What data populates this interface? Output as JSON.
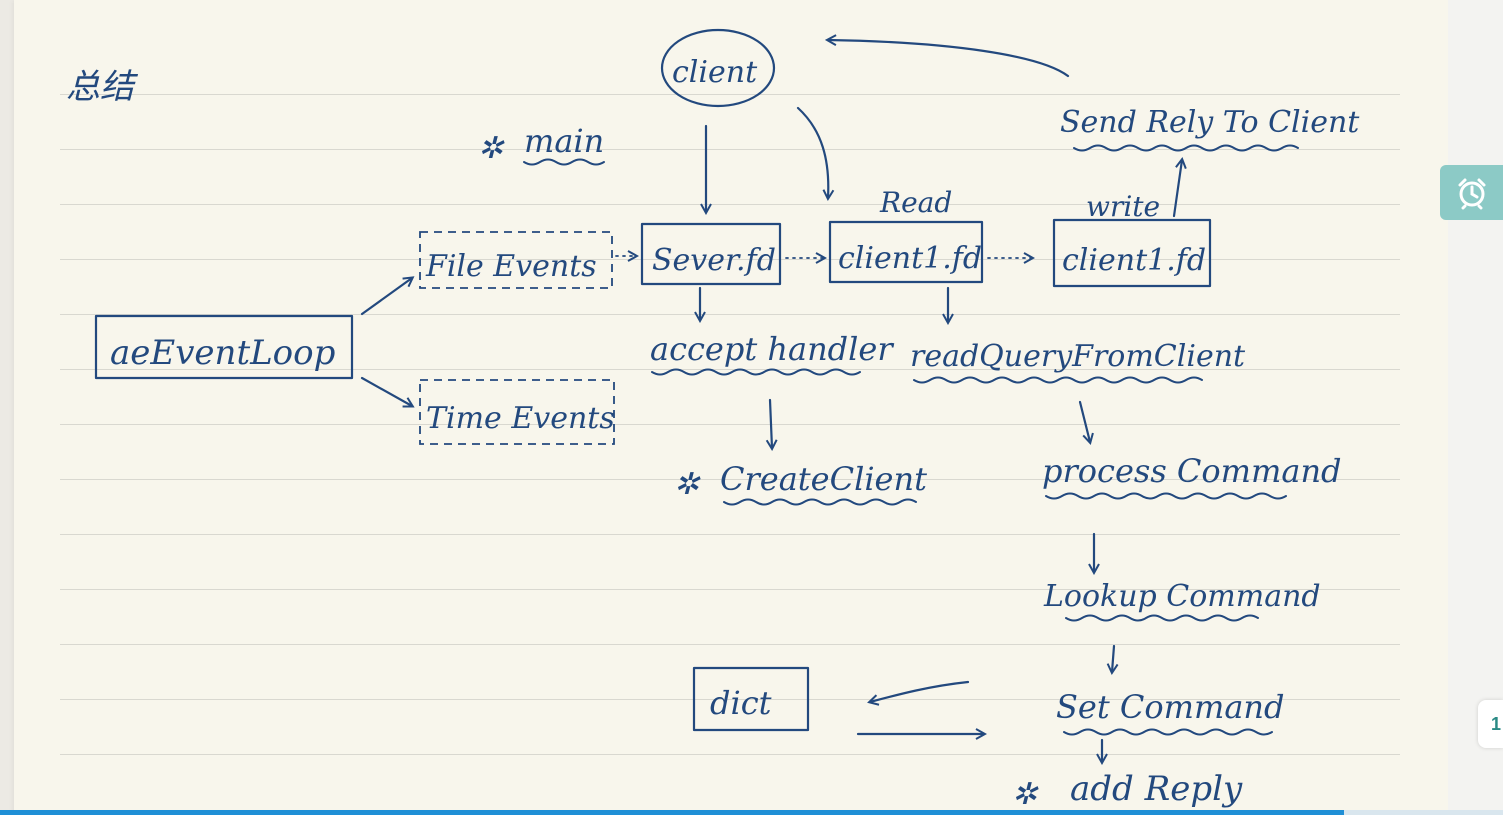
{
  "title": "总结",
  "nodes": {
    "client": "client",
    "main": "main",
    "send_reply": "Send Rely To Client",
    "read": "Read",
    "write": "write",
    "file_events": "File Events",
    "server_fd": "Sever.fd",
    "client_fd_read": "client1.fd",
    "client_fd_write": "client1.fd",
    "event_loop": "aeEventLoop",
    "accept_handler": "accept handler",
    "read_query": "readQueryFromClient",
    "time_events": "Time Events",
    "create_client": "CreateClient",
    "process_command": "process Command",
    "lookup_command": "Lookup Command",
    "dict": "dict",
    "set_command": "Set Command",
    "add_reply": "add Reply"
  },
  "icons": {
    "alarm": "alarm-clock-icon"
  },
  "page_tab": {
    "label": "1"
  },
  "progress": {
    "fraction": 0.894
  },
  "colors": {
    "ink": "#23497e",
    "paper": "#f8f6ec",
    "accent": "#8ccac6",
    "progress": "#1f8fd6"
  }
}
